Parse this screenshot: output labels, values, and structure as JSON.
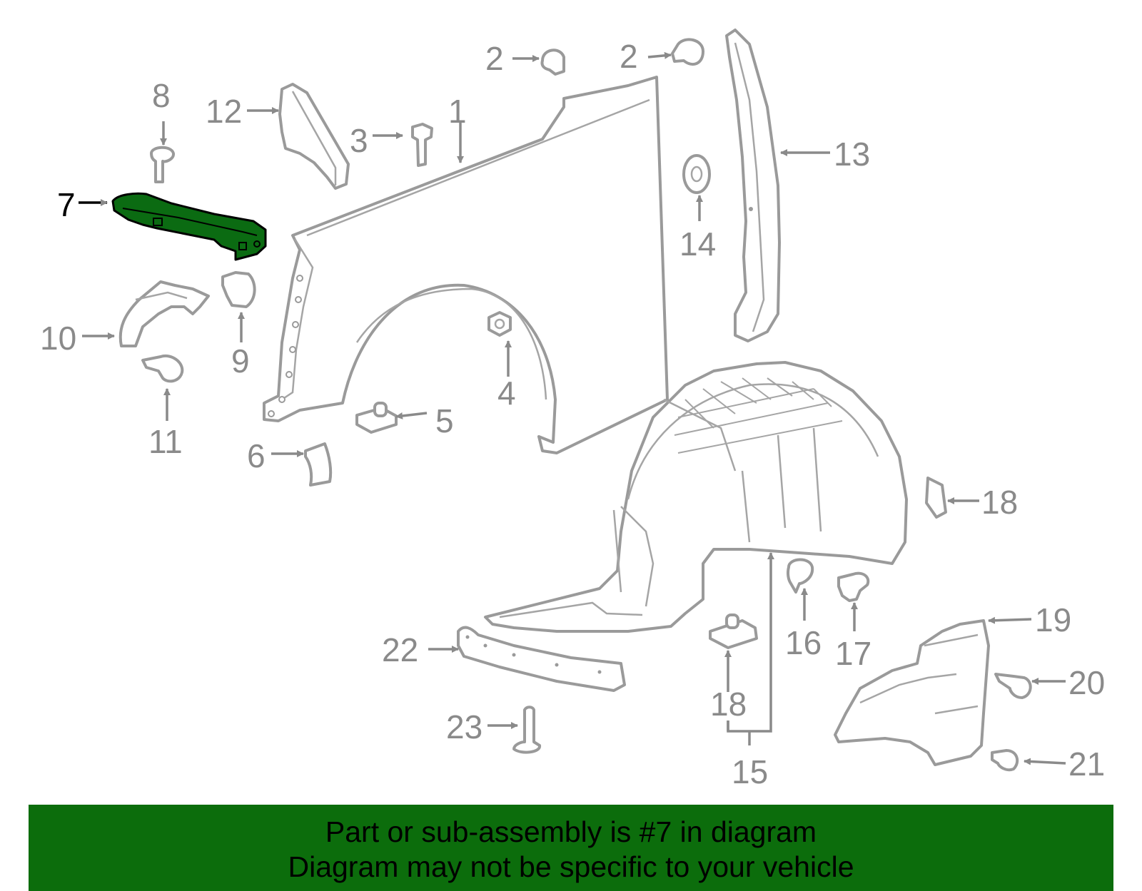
{
  "highlight_color": "#0b6b12",
  "banner_color": "#0c6d0c",
  "callouts": [
    {
      "id": "1",
      "text": "1"
    },
    {
      "id": "2a",
      "text": "2"
    },
    {
      "id": "2b",
      "text": "2"
    },
    {
      "id": "3",
      "text": "3"
    },
    {
      "id": "4",
      "text": "4"
    },
    {
      "id": "5",
      "text": "5"
    },
    {
      "id": "6",
      "text": "6"
    },
    {
      "id": "7",
      "text": "7"
    },
    {
      "id": "8",
      "text": "8"
    },
    {
      "id": "9",
      "text": "9"
    },
    {
      "id": "10",
      "text": "10"
    },
    {
      "id": "11",
      "text": "11"
    },
    {
      "id": "12",
      "text": "12"
    },
    {
      "id": "13",
      "text": "13"
    },
    {
      "id": "14",
      "text": "14"
    },
    {
      "id": "15",
      "text": "15"
    },
    {
      "id": "16",
      "text": "16"
    },
    {
      "id": "17",
      "text": "17"
    },
    {
      "id": "18a",
      "text": "18"
    },
    {
      "id": "18b",
      "text": "18"
    },
    {
      "id": "19",
      "text": "19"
    },
    {
      "id": "20",
      "text": "20"
    },
    {
      "id": "21",
      "text": "21"
    },
    {
      "id": "22",
      "text": "22"
    },
    {
      "id": "23",
      "text": "23"
    }
  ],
  "banner": {
    "line1": "Part or sub-assembly is #7 in diagram",
    "line2": "Diagram may not be specific to your vehicle"
  }
}
